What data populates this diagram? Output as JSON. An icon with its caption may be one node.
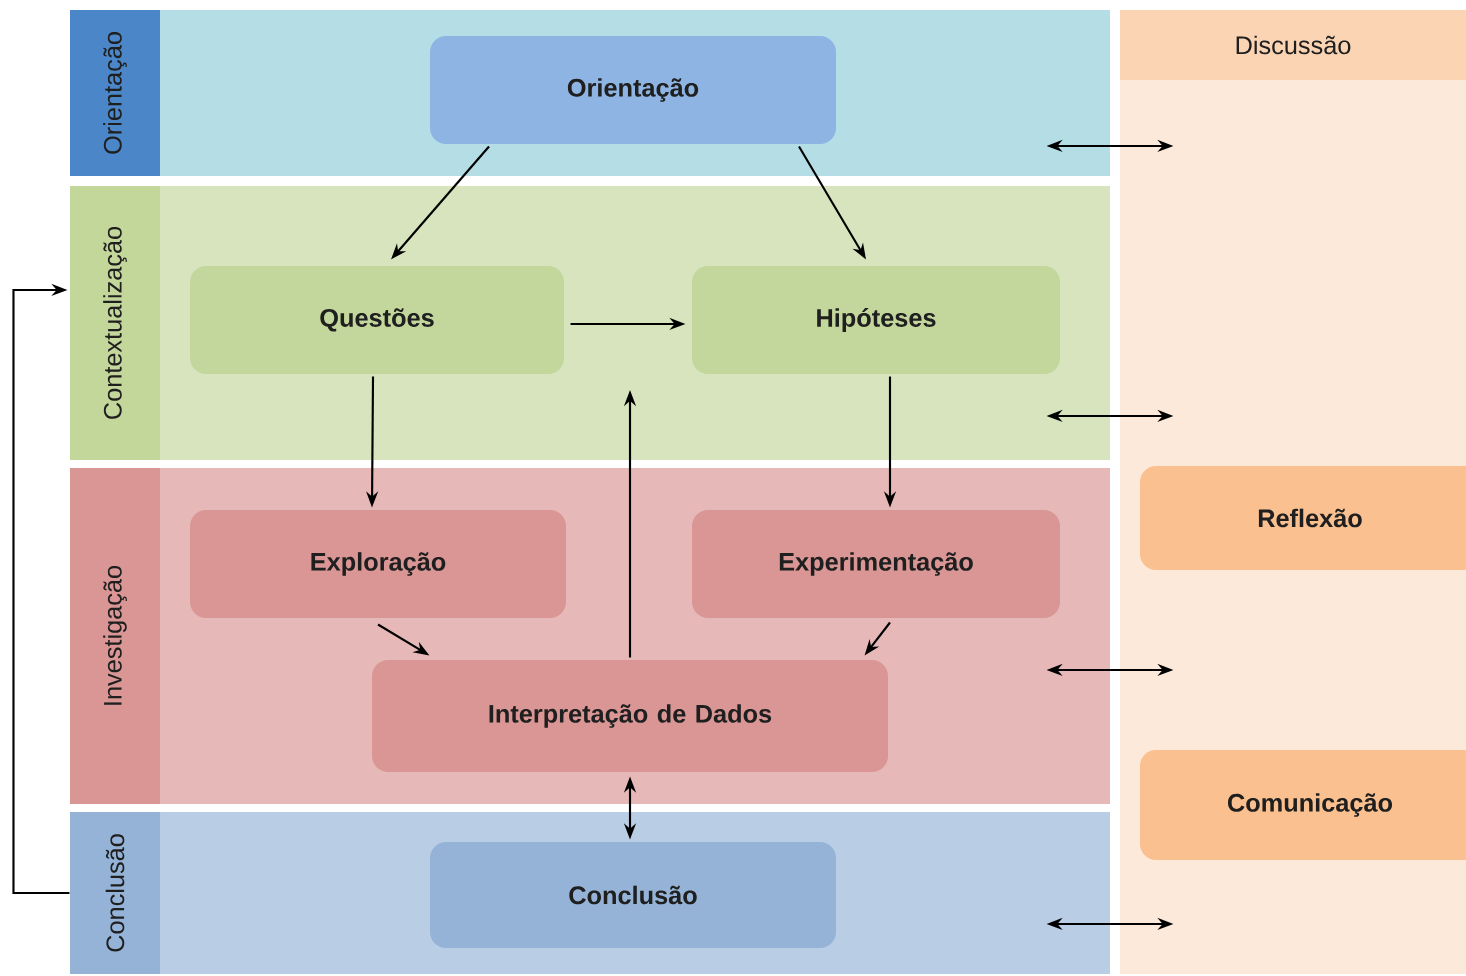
{
  "diagram": {
    "nodes": [
      {
        "text": [
          "Orientação"
        ]
      },
      {
        "text": [
          "Orientação"
        ],
        "in": 0
      },
      {
        "text": [
          "Contextualização"
        ]
      },
      {
        "text": [
          "Questões"
        ],
        "in": 2
      },
      {
        "text": [
          "Hipóteses"
        ],
        "in": 2
      },
      {
        "text": [
          "Investigação"
        ]
      },
      {
        "text": [
          "Exploração"
        ],
        "in": 5
      },
      {
        "text": [
          "Experimentação"
        ],
        "in": 5
      },
      {
        "text": [
          "Interpretação de Dados"
        ],
        "in": 5
      },
      {
        "text": [
          "Conclusão"
        ]
      },
      {
        "text": [
          "Conclusão"
        ],
        "in": 9
      },
      {
        "text": [
          "Discussão"
        ]
      },
      {
        "text": [
          "Reflexão"
        ],
        "in": 11
      },
      {
        "text": [
          "Comunicação"
        ],
        "in": 11
      }
    ],
    "edges": [
      {
        "from": 1,
        "to": 3,
        "arrow": "to"
      },
      {
        "from": 1,
        "to": 4,
        "arrow": "to"
      },
      {
        "from": 3,
        "to": 4,
        "arrow": "to"
      },
      {
        "from": 3,
        "to": 6,
        "arrow": "to"
      },
      {
        "from": 4,
        "to": 7,
        "arrow": "to"
      },
      {
        "from": 6,
        "to": 8,
        "arrow": "to"
      },
      {
        "from": 7,
        "to": 8,
        "arrow": "to"
      },
      {
        "from": 8,
        "to": 2,
        "arrow": "to"
      },
      {
        "from": 8,
        "to": 10,
        "arrow": "both"
      },
      {
        "from": 9,
        "to": 2,
        "arrow": "to"
      },
      {
        "from": 0,
        "to": 11,
        "arrow": "both"
      },
      {
        "from": 2,
        "to": 11,
        "arrow": "both"
      },
      {
        "from": 5,
        "to": 11,
        "arrow": "both"
      },
      {
        "from": 9,
        "to": 11,
        "arrow": "both"
      }
    ]
  }
}
